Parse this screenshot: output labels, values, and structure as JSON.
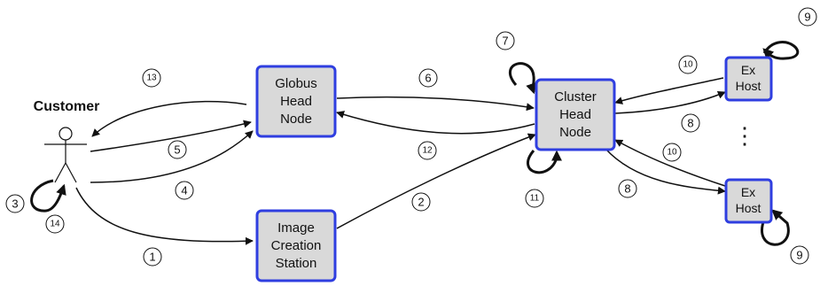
{
  "actor": {
    "label": "Customer"
  },
  "nodes": {
    "globus": [
      "Globus",
      "Head",
      "Node"
    ],
    "image": [
      "Image",
      "Creation",
      "Station"
    ],
    "cluster": [
      "Cluster",
      "Head",
      "Node"
    ],
    "exhost_top": [
      "Ex",
      "Host"
    ],
    "exhost_bottom": [
      "Ex",
      "Host"
    ]
  },
  "steps": {
    "s1": "1",
    "s2": "2",
    "s3": "3",
    "s4": "4",
    "s5": "5",
    "s6": "6",
    "s7": "7",
    "s8a": "8",
    "s8b": "8",
    "s9a": "9",
    "s9b": "9",
    "s10a": "10",
    "s10b": "10",
    "s11": "11",
    "s12": "12",
    "s13": "13",
    "s14": "14"
  },
  "ellipsis": "⋮"
}
